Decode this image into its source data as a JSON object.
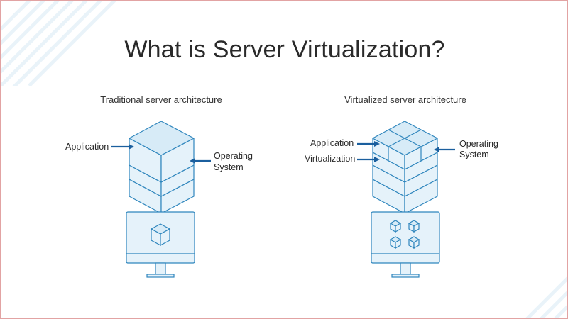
{
  "title": "What is Server Virtualization?",
  "traditional": {
    "heading": "Traditional server architecture",
    "application_label": "Application",
    "os_label_line1": "Operating",
    "os_label_line2": "System"
  },
  "virtualized": {
    "heading": "Virtualized server architecture",
    "application_label": "Application",
    "virtualization_label": "Virtualization",
    "os_label_line1": "Operating",
    "os_label_line2": "System"
  },
  "colors": {
    "stroke": "#2f86bd",
    "face": "#e5f2fa",
    "top": "#d7ebf7",
    "arrow": "#1b5f9e",
    "border": "#e2a3a3",
    "stripe": "#e9f3f9"
  }
}
